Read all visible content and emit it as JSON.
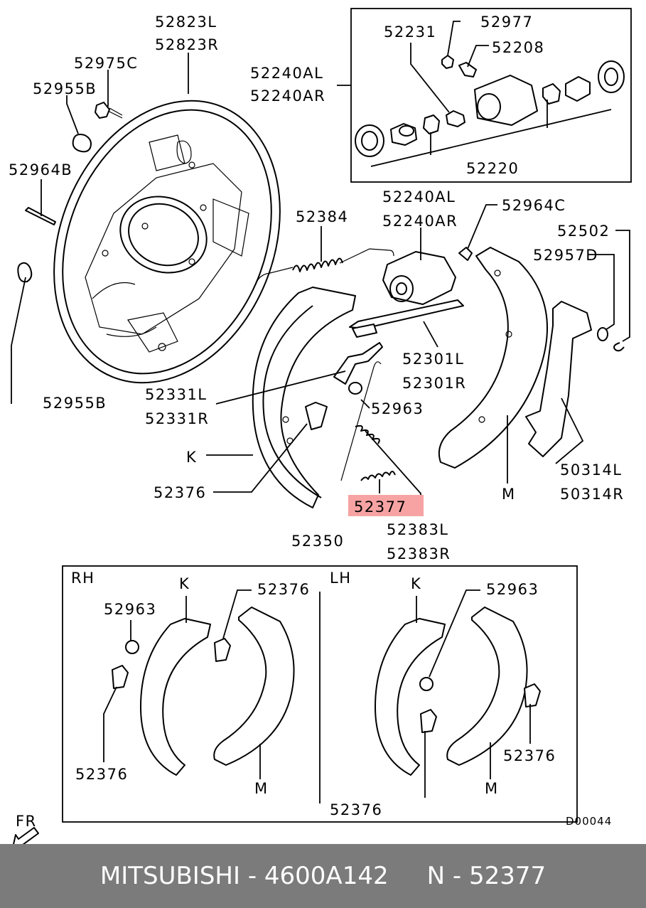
{
  "labels": {
    "p52823L": "52823L",
    "p52823R": "52823R",
    "p52975C": "52975C",
    "p52955B_top": "52955B",
    "p52964B": "52964B",
    "p52955B_bot": "52955B",
    "p52240AL_top": "52240AL",
    "p52240AR_top": "52240AR",
    "p52231": "52231",
    "p52977": "52977",
    "p52208": "52208",
    "p52220": "52220",
    "p52384": "52384",
    "p52240AL_mid": "52240AL",
    "p52240AR_mid": "52240AR",
    "p52964C": "52964C",
    "p52502": "52502",
    "p52957D": "52957D",
    "p52301L": "52301L",
    "p52301R": "52301R",
    "p52331L": "52331L",
    "p52331R": "52331R",
    "p52963_mid": "52963",
    "pK_mid": "K",
    "p52376_mid": "52376",
    "p52377": "52377",
    "p52383L": "52383L",
    "p52383R": "52383R",
    "pM_mid": "M",
    "p50314L": "50314L",
    "p50314R": "50314R",
    "p52350": "52350",
    "rh": "RH",
    "lh": "LH",
    "pK_rh": "K",
    "p52376_rh_top": "52376",
    "p52963_rh": "52963",
    "p52376_rh_bot": "52376",
    "pM_rh": "M",
    "pK_lh": "K",
    "p52963_lh": "52963",
    "p52376_lh_right": "52376",
    "p52376_lh_bot": "52376",
    "pM_lh": "M",
    "fr": "FR",
    "code": "D00044"
  },
  "highlight_color": "#f7a3a3",
  "footer": {
    "brand": "MITSUBISHI",
    "sep1": " - ",
    "part_number": "4600A142",
    "gap": "     ",
    "ref": "N - 52377"
  }
}
